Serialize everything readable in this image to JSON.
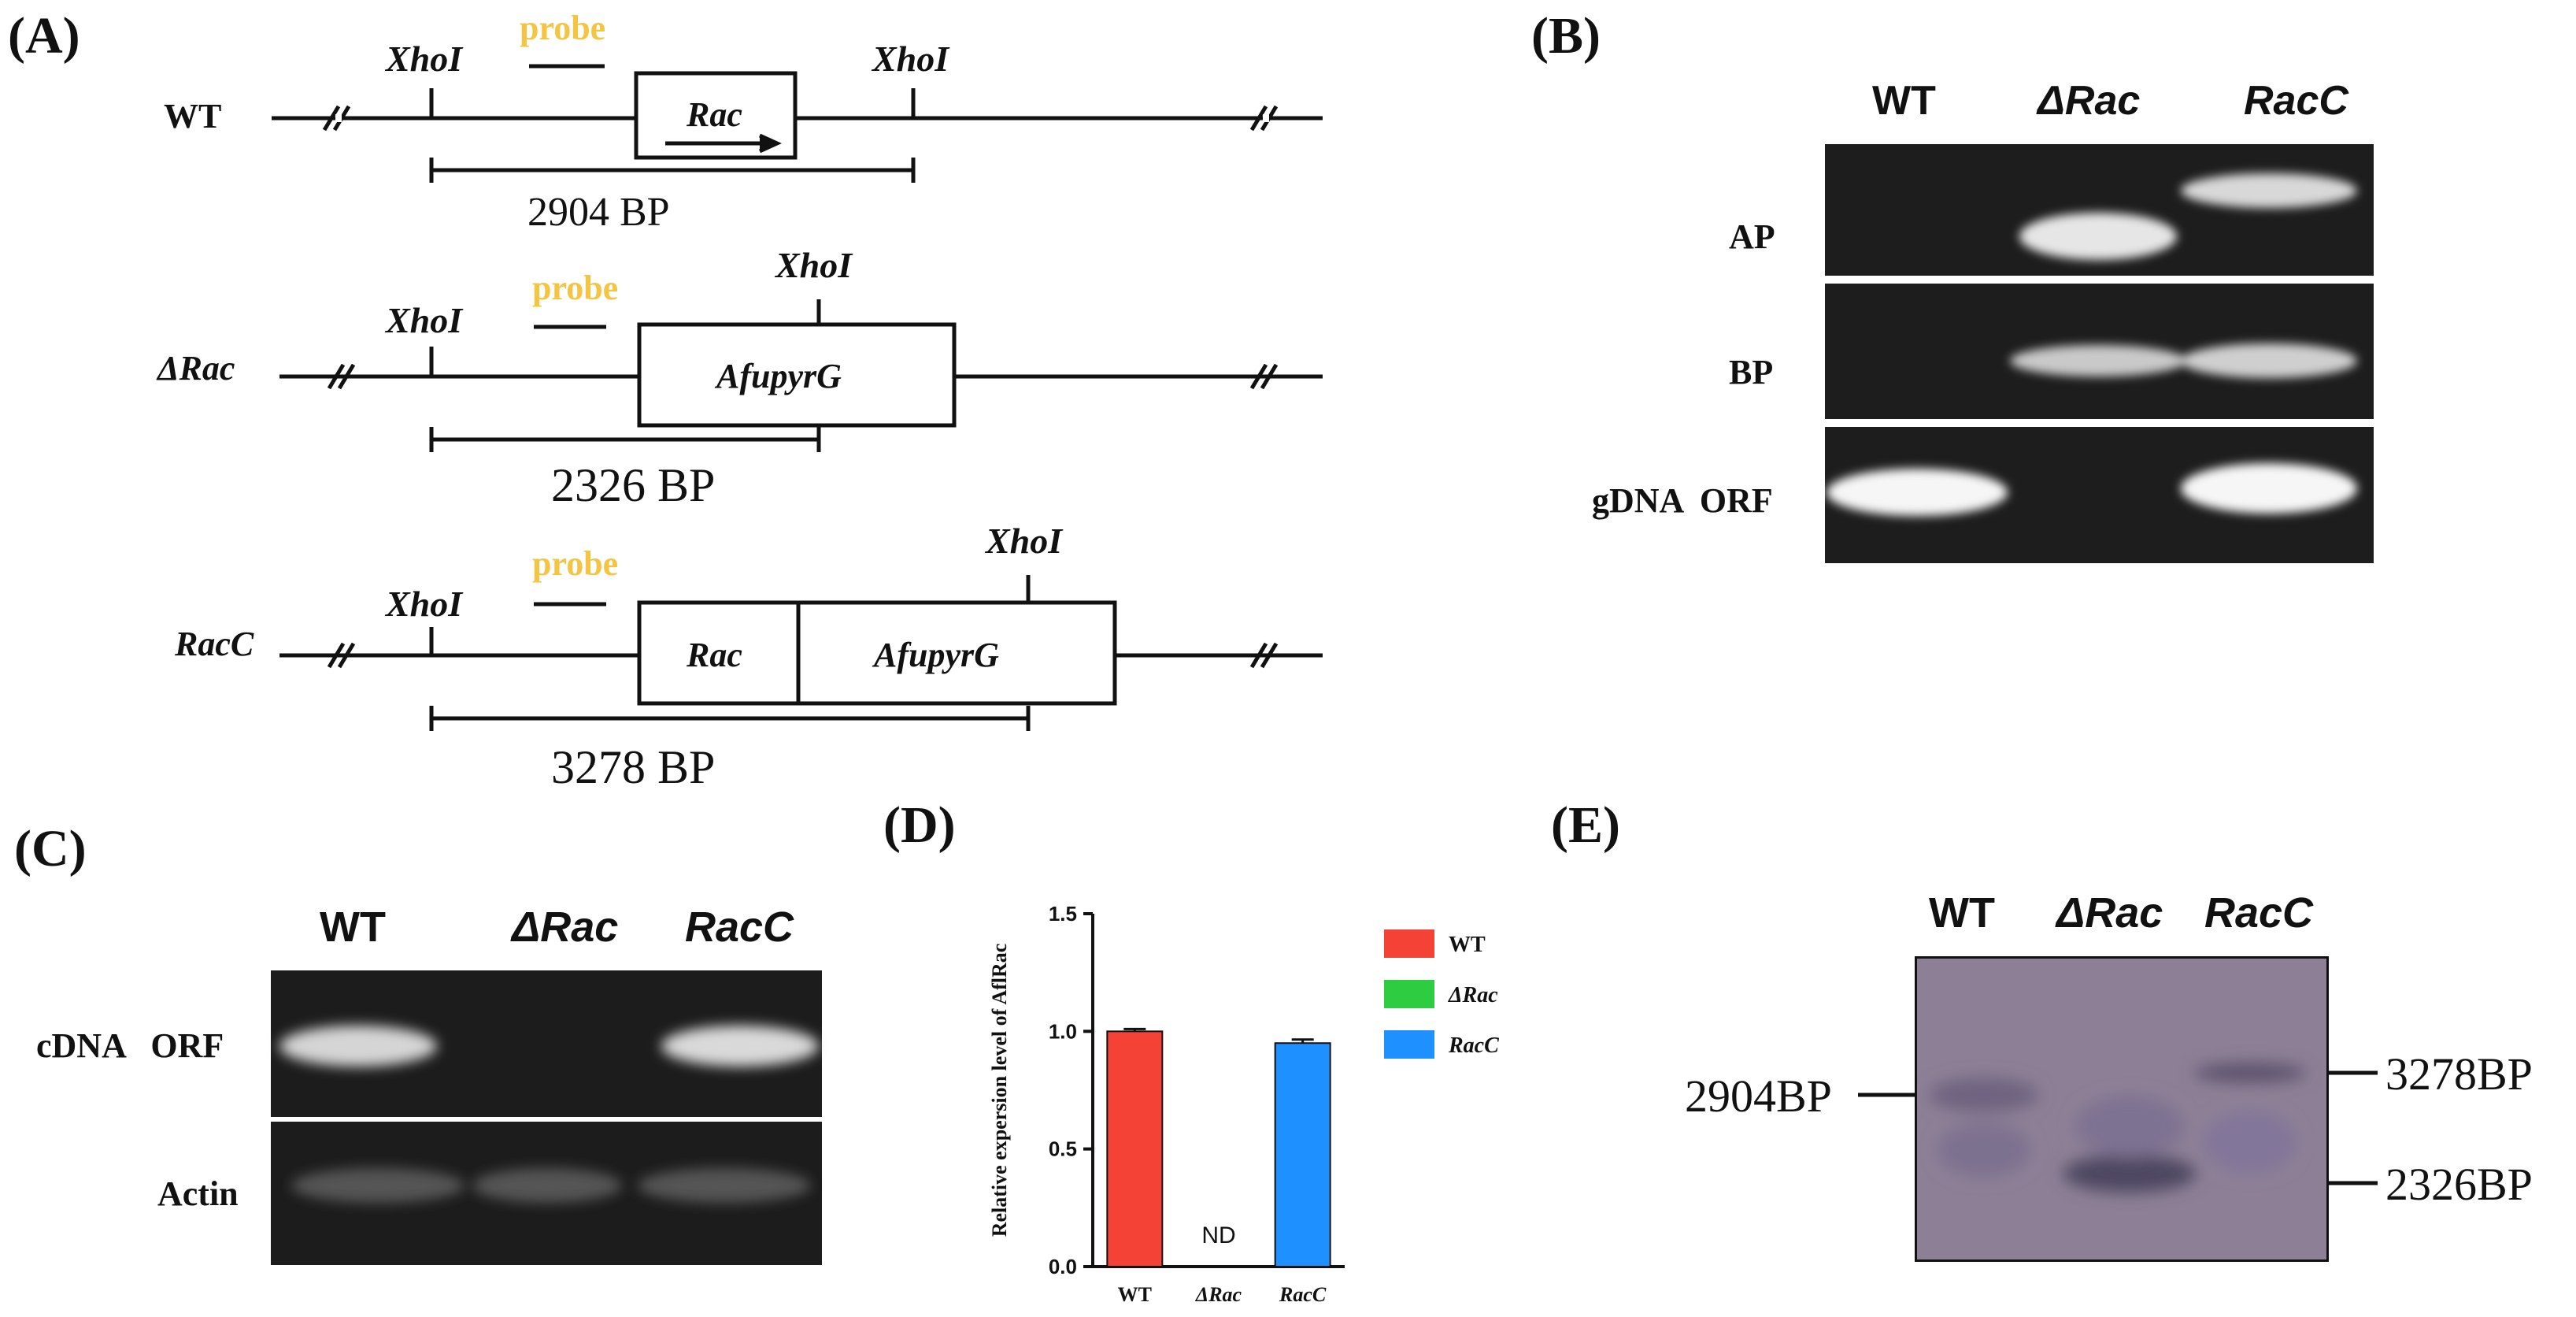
{
  "panels": {
    "a": {
      "label": "(A)",
      "rows": [
        {
          "name": "WT",
          "site": "XhoI",
          "site2": "XhoI",
          "probe": "probe",
          "box_label": "Rac",
          "size": "2904 BP"
        },
        {
          "name": "ΔRac",
          "site": "XhoI",
          "site2": "XhoI",
          "probe": "probe",
          "box_label": "AfupyrG",
          "size": "2326 BP"
        },
        {
          "name": "RacC",
          "site": "XhoI",
          "site2": "XhoI",
          "probe": "probe",
          "box_label": "Rac",
          "box_label2": "AfupyrG",
          "size": "3278 BP"
        }
      ]
    },
    "b": {
      "label": "(B)",
      "lanes": [
        "WT",
        "ΔRac",
        "RacC"
      ],
      "rows": [
        "AP",
        "BP",
        "gDNA  ORF"
      ]
    },
    "c": {
      "label": "(C)",
      "lanes": [
        "WT",
        "ΔRac",
        "RacC"
      ],
      "rows": [
        "cDNA   ORF",
        "Actin"
      ]
    },
    "d": {
      "label": "(D)"
    },
    "e": {
      "label": "(E)",
      "lanes": [
        "WT",
        "ΔRac",
        "RacC"
      ],
      "marker_left": "2904BP",
      "marker_right_top": "3278BP",
      "marker_right_bottom": "2326BP"
    }
  },
  "chart_data": {
    "type": "bar",
    "categories": [
      "WT",
      "ΔRac",
      "RacC"
    ],
    "values": [
      1.0,
      0,
      0.95
    ],
    "errors": [
      0.01,
      0,
      0.015
    ],
    "bar_colors": [
      "#f44336",
      "#2ecc40",
      "#1e90ff"
    ],
    "annotations": [
      {
        "category": "ΔRac",
        "text": "ND"
      }
    ],
    "legend": [
      "WT",
      "ΔRac",
      "RacC"
    ],
    "legend_position": "right",
    "ylabel": "Relative expersion level of AflRac",
    "ylim": [
      0,
      1.5
    ],
    "yticks": [
      "0.0",
      "0.5",
      "1.0",
      "1.5"
    ]
  },
  "colors": {
    "probe": "#f4c542",
    "gel_bg": "#1a1a1a",
    "blot_bg": "#8d8096"
  }
}
